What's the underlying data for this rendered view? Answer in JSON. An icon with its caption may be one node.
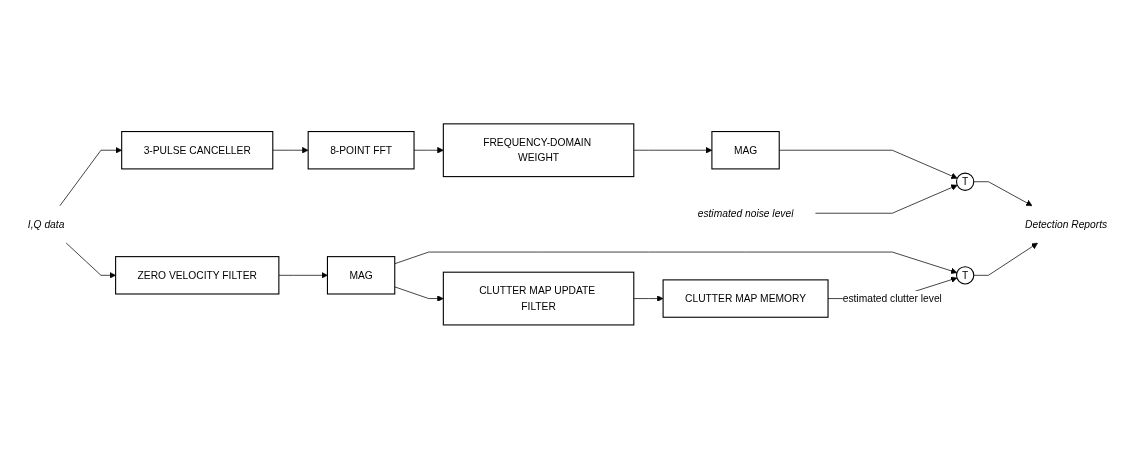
{
  "diagram": {
    "nodes": [
      {
        "text": [
          "estimated noise level"
        ]
      },
      {
        "text": [
          "I,Q data"
        ]
      },
      {
        "text": [
          "3-PULSE CANCELLER"
        ]
      },
      {
        "text": [
          "8-POINT FFT"
        ]
      },
      {
        "text": [
          "FREQUENCY-DOMAIN WEIGHT"
        ]
      },
      {
        "text": [
          "MAG"
        ]
      },
      {
        "text": [
          "T"
        ]
      },
      {
        "text": [
          "Detection Reports"
        ]
      },
      {
        "text": [
          "ZERO VELOCITY FILTER"
        ]
      },
      {
        "text": [
          "MAG"
        ]
      },
      {
        "text": [
          "T"
        ]
      },
      {
        "text": [
          "CLUTTER MAP UPDATE FILTER"
        ]
      },
      {
        "text": [
          "CLUTTER MAP MEMORY"
        ]
      }
    ],
    "edges": [
      {
        "from": 1,
        "to": 2,
        "arrow": "to"
      },
      {
        "from": 1,
        "to": 8,
        "arrow": "to"
      },
      {
        "from": 2,
        "to": 3,
        "arrow": "to"
      },
      {
        "from": 3,
        "to": 4,
        "arrow": "to"
      },
      {
        "from": 4,
        "to": 5,
        "arrow": "to"
      },
      {
        "from": 5,
        "to": 6,
        "arrow": "to"
      },
      {
        "from": 0,
        "to": 6,
        "arrow": "to"
      },
      {
        "from": 6,
        "to": 7,
        "arrow": "to"
      },
      {
        "from": 8,
        "to": 9,
        "arrow": "to"
      },
      {
        "from": 9,
        "to": 10,
        "arrow": "to"
      },
      {
        "from": 9,
        "to": 11,
        "arrow": "to"
      },
      {
        "from": 11,
        "to": 12,
        "arrow": "to"
      },
      {
        "from": 12,
        "to": 10,
        "label": "estimated clutter level",
        "arrow": "to"
      },
      {
        "from": 10,
        "to": 7,
        "arrow": "to"
      }
    ]
  }
}
